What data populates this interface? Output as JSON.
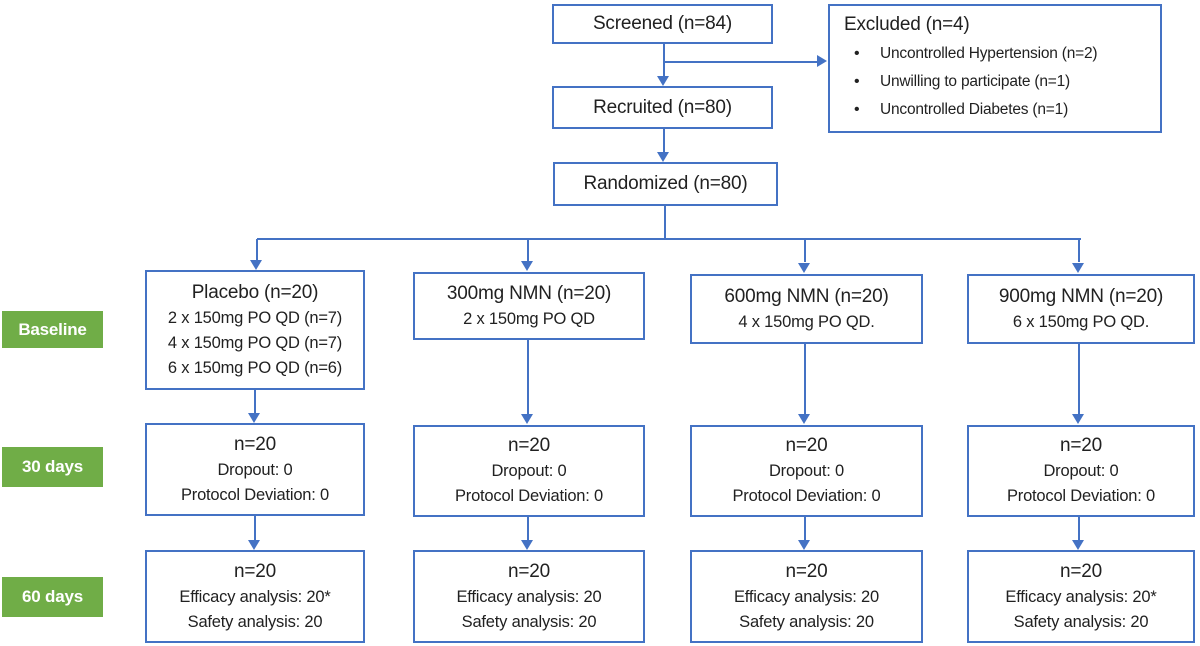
{
  "flow": {
    "screened": {
      "label": "Screened (n=84)"
    },
    "excluded": {
      "title": "Excluded (n=4)",
      "items": [
        "Uncontrolled Hypertension (n=2)",
        "Unwilling to participate (n=1)",
        "Uncontrolled Diabetes (n=1)"
      ]
    },
    "recruited": {
      "label": "Recruited (n=80)"
    },
    "randomized": {
      "label": "Randomized (n=80)"
    },
    "timepoint_labels": {
      "baseline": "Baseline",
      "day30": "30 days",
      "day60": "60 days"
    },
    "arms": [
      {
        "title": "Placebo (n=20)",
        "dose_lines": [
          "2 x 150mg PO QD (n=7)",
          "4 x 150mg PO QD (n=7)",
          "6 x 150mg PO QD (n=6)"
        ],
        "day30": [
          "n=20",
          "Dropout: 0",
          "Protocol Deviation: 0"
        ],
        "day60": [
          "n=20",
          "Efficacy analysis: 20*",
          "Safety analysis: 20"
        ]
      },
      {
        "title": "300mg NMN (n=20)",
        "dose_lines": [
          "2 x 150mg PO QD"
        ],
        "day30": [
          "n=20",
          "Dropout: 0",
          "Protocol Deviation: 0"
        ],
        "day60": [
          "n=20",
          "Efficacy analysis: 20",
          "Safety analysis: 20"
        ]
      },
      {
        "title": "600mg NMN (n=20)",
        "dose_lines": [
          "4 x 150mg PO QD."
        ],
        "day30": [
          "n=20",
          "Dropout: 0",
          "Protocol Deviation: 0"
        ],
        "day60": [
          "n=20",
          "Efficacy analysis: 20",
          "Safety analysis: 20"
        ]
      },
      {
        "title": "900mg NMN (n=20)",
        "dose_lines": [
          "6 x 150mg PO QD."
        ],
        "day30": [
          "n=20",
          "Dropout: 0",
          "Protocol Deviation: 0"
        ],
        "day60": [
          "n=20",
          "Efficacy analysis: 20*",
          "Safety analysis: 20"
        ]
      }
    ],
    "colors": {
      "box_border": "#4472C4",
      "connector": "#4472C4",
      "row_label_bg": "#70AD47",
      "row_label_text": "#FFFFFF",
      "text": "#212121",
      "background": "#FFFFFF"
    }
  }
}
